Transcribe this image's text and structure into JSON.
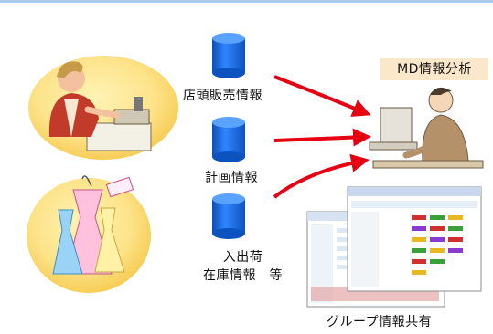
{
  "sources": [
    {
      "label": "店頭販売情報"
    },
    {
      "label": "計画情報"
    },
    {
      "label": "入出荷\n在庫情報　等"
    }
  ],
  "analysis_label": "MD情報分析",
  "sharing_label": "グループ情報共有",
  "colors": {
    "database": "#1a6ee6",
    "arrow": "#e60012",
    "oval": "#fde38a",
    "label_bg": "#fbe7c9",
    "top_line": "#a9c9ee"
  }
}
